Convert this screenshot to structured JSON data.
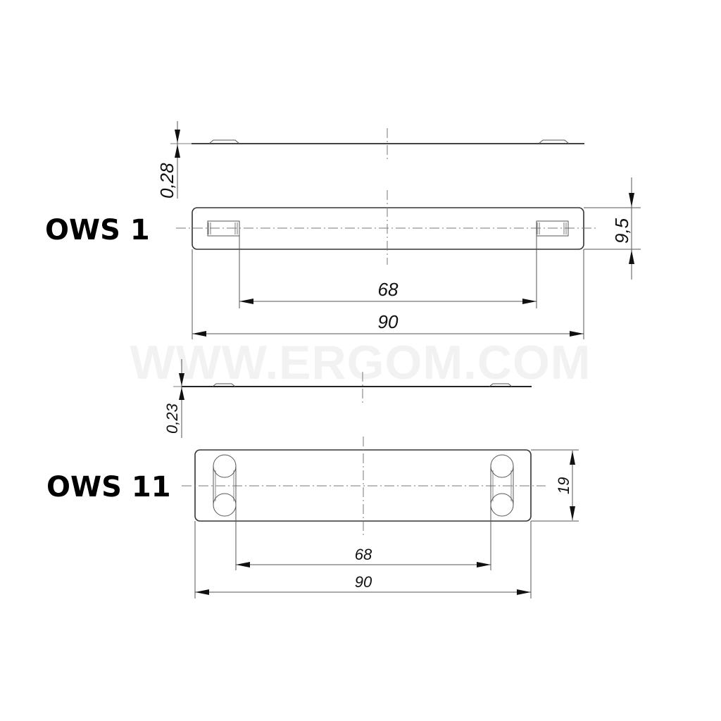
{
  "watermark": "WWW.ERGOM.COM",
  "products": [
    {
      "name": "OWS 1",
      "thickness": "0,28",
      "height": "9,5",
      "slot_spacing": "68",
      "length": "90"
    },
    {
      "name": "OWS 11",
      "thickness": "0,23",
      "height": "19",
      "slot_spacing": "68",
      "length": "90"
    }
  ],
  "colors": {
    "line": "#333333",
    "text": "#000000",
    "watermark": "#f2f2f2",
    "background": "#ffffff"
  }
}
